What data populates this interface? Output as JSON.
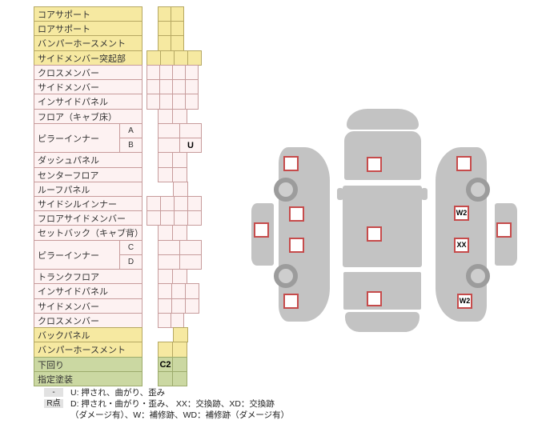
{
  "colors": {
    "yellow_bg": "#f6e9a1",
    "yellow_border": "#b6a863",
    "pink_bg": "#fdf2f2",
    "pink_border": "#c79c9c",
    "green_bg": "#cbd8a2",
    "green_border": "#9dab6c",
    "square_border": "#c64b4b",
    "car_gray": "#c3c3c3",
    "wheel_ring": "#9c9c9c",
    "wheel_hub": "#cecece"
  },
  "table": {
    "rows": [
      {
        "label": "コアサポート",
        "bg": "yellow",
        "cells": {
          "off": 14,
          "w": 17,
          "v": [
            "",
            ""
          ]
        }
      },
      {
        "label": "ロアサポート",
        "bg": "yellow",
        "cells": {
          "off": 14,
          "w": 17,
          "v": [
            "",
            ""
          ]
        }
      },
      {
        "label": "バンパーホースメント",
        "bg": "yellow",
        "cells": {
          "off": 14,
          "w": 17,
          "v": [
            "",
            ""
          ]
        }
      },
      {
        "label": "サイドメンバー突起部",
        "bg": "yellow",
        "cells": {
          "off": 0,
          "w": 18,
          "v": [
            "",
            "",
            "",
            ""
          ]
        }
      },
      {
        "label": "クロスメンバー",
        "bg": "pink",
        "cells": {
          "off": 0,
          "w": 17,
          "v": [
            "",
            "",
            "",
            ""
          ]
        }
      },
      {
        "label": "サイドメンバー",
        "bg": "pink",
        "cells": {
          "off": 0,
          "w": 17,
          "v": [
            "",
            "",
            "",
            ""
          ]
        }
      },
      {
        "label": "インサイドパネル",
        "bg": "pink",
        "cells": {
          "off": 0,
          "w": 17,
          "v": [
            "",
            "",
            "",
            ""
          ]
        }
      },
      {
        "label": "フロア（キャブ床）",
        "bg": "pink",
        "cells": {
          "off": 14,
          "w": 19,
          "v": [
            "",
            ""
          ]
        }
      },
      {
        "label": "ピラーインナー",
        "bg": "pink",
        "span": 2,
        "sub": "A",
        "cells": {
          "off": 14,
          "w": 28,
          "v": [
            "",
            ""
          ]
        }
      },
      {
        "bg": "pink",
        "sub": "B",
        "cells": {
          "off": 14,
          "w": 28,
          "v": [
            "",
            "U"
          ]
        }
      },
      {
        "label": "ダッシュパネル",
        "bg": "pink",
        "cells": {
          "off": 14,
          "w": 19,
          "v": [
            "",
            ""
          ]
        }
      },
      {
        "label": "センターフロア",
        "bg": "pink",
        "cells": {
          "off": 14,
          "w": 19,
          "v": [
            "",
            ""
          ]
        }
      },
      {
        "label": "ルーフパネル",
        "bg": "pink",
        "cells": {
          "off": 33,
          "w": 19,
          "v": [
            ""
          ]
        }
      },
      {
        "label": "サイドシルインナー",
        "bg": "pink",
        "cells": {
          "off": 0,
          "w": 18,
          "v": [
            "",
            "",
            "",
            ""
          ]
        }
      },
      {
        "label": "フロアサイドメンバー",
        "bg": "pink",
        "cells": {
          "off": 0,
          "w": 18,
          "v": [
            "",
            "",
            "",
            ""
          ]
        }
      },
      {
        "label": "セットバック（キャブ背）",
        "bg": "pink",
        "cells": {
          "off": 14,
          "w": 19,
          "v": [
            "",
            ""
          ]
        }
      },
      {
        "label": "ピラーインナー",
        "bg": "pink",
        "span": 2,
        "sub": "C",
        "cells": {
          "off": 14,
          "w": 28,
          "v": [
            "",
            ""
          ]
        }
      },
      {
        "bg": "pink",
        "sub": "D",
        "cells": {
          "off": 14,
          "w": 28,
          "v": [
            "",
            ""
          ]
        }
      },
      {
        "label": "トランクフロア",
        "bg": "pink",
        "cells": {
          "off": 14,
          "w": 19,
          "v": [
            "",
            ""
          ]
        }
      },
      {
        "label": "インサイドパネル",
        "bg": "pink",
        "cells": {
          "off": 14,
          "w": 18,
          "v": [
            "",
            "",
            ""
          ]
        }
      },
      {
        "label": "サイドメンバー",
        "bg": "pink",
        "cells": {
          "off": 14,
          "w": 18,
          "v": [
            "",
            "",
            ""
          ]
        }
      },
      {
        "label": "クロスメンバー",
        "bg": "pink",
        "cells": {
          "off": 14,
          "w": 17,
          "v": [
            "",
            ""
          ]
        }
      },
      {
        "label": "バックパネル",
        "bg": "yellow",
        "cells": {
          "off": 33,
          "w": 19,
          "v": [
            ""
          ]
        }
      },
      {
        "label": "バンパーホースメント",
        "bg": "yellow",
        "cells": {
          "off": 14,
          "w": 19,
          "v": [
            "",
            ""
          ]
        }
      },
      {
        "label": "下回り",
        "bg": "green",
        "cells": {
          "off": 14,
          "w": 19,
          "v": [
            "C2",
            ""
          ]
        }
      },
      {
        "label": "指定塗装",
        "bg": "green",
        "cells": {
          "off": 14,
          "w": 19,
          "v": [
            "",
            ""
          ]
        }
      }
    ]
  },
  "diagram": {
    "center": [
      "",
      "",
      ""
    ],
    "left_side": [
      "",
      "",
      "",
      ""
    ],
    "right_side": [
      "",
      "W2",
      "XX",
      "W2"
    ],
    "left_panel": [
      ""
    ],
    "right_panel": [
      ""
    ]
  },
  "legend": {
    "key1": "-",
    "desc1": "U: 押され、曲がり、歪み",
    "key2": "R点",
    "desc2": "D: 押され・曲がり・歪み、 XX：交換跡、XD：交換跡",
    "desc3": "（ダメージ有）、W：補修跡、WD：補修跡（ダメージ有）"
  }
}
